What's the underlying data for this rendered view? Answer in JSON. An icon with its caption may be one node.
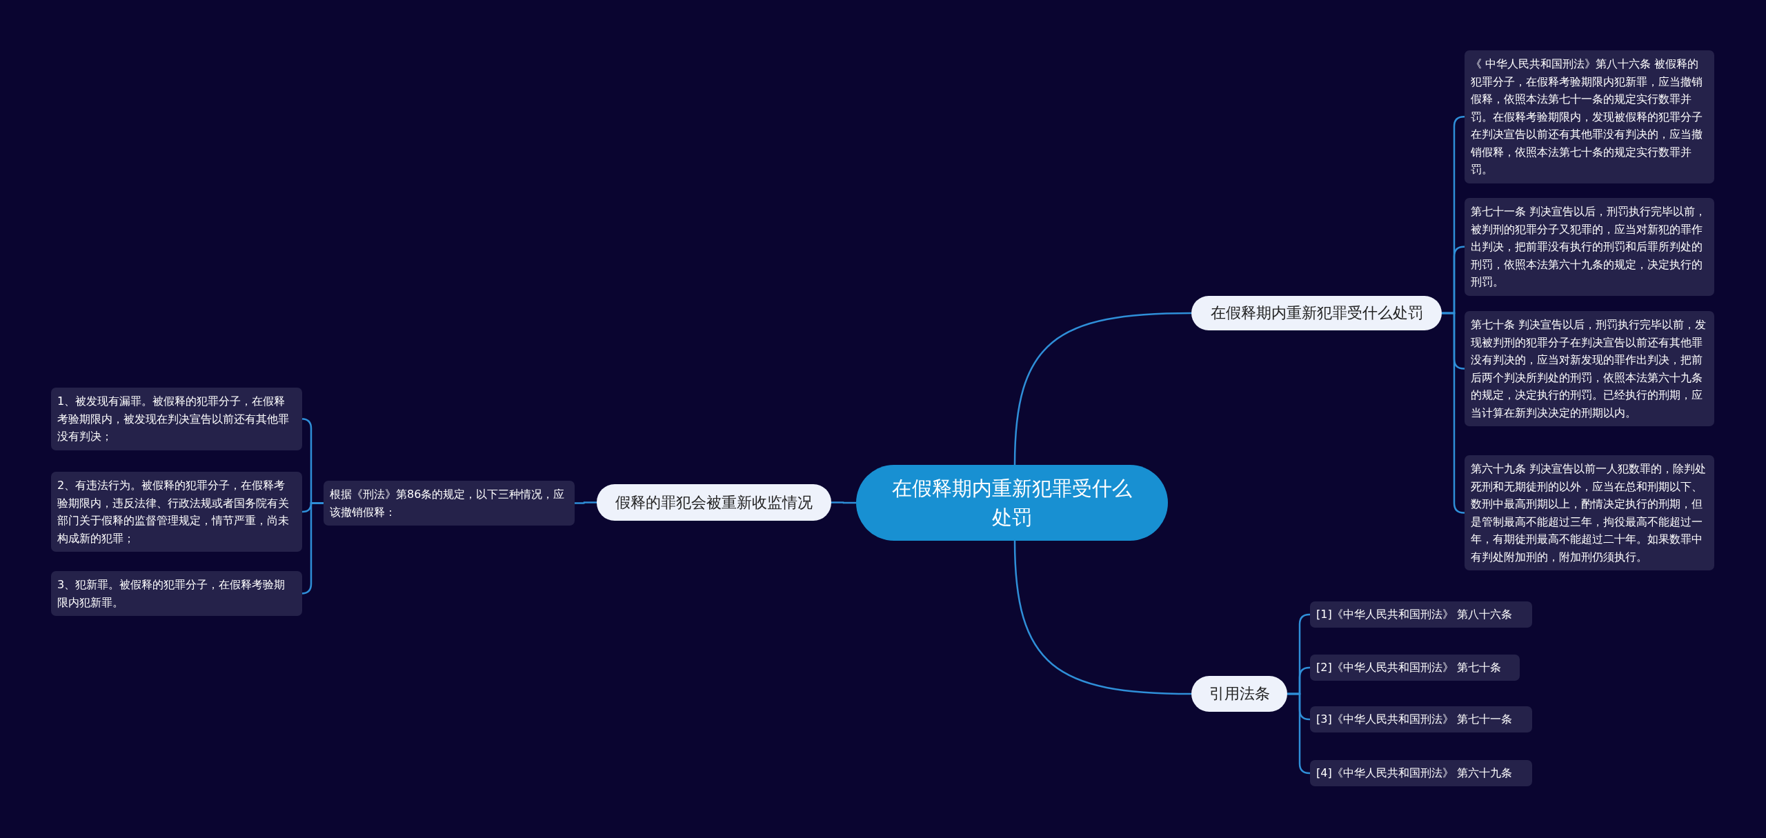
{
  "diagram": {
    "nodes": [
      {
        "text": [
          "在假释期内重新犯罪受什么处罚"
        ]
      },
      {
        "text": [
          "在假释期内重新犯罪受什么处罚"
        ]
      },
      {
        "text": [
          "《 中华人民共和国刑法》第八十六条 被假释的犯罪分子，在假释考验期限内犯新罪，应当撤销假释，依照本法第七十一条的规定实行数罪并罚。在假释考验期限内，发现被假释的犯罪分子在判决宣告以前还有其他罪没有判决的，应当撤销假释，依照本法第七十条的规定实行数罪并罚。"
        ]
      },
      {
        "text": [
          "第七十一条 判决宣告以后，刑罚执行完毕以前，被判刑的犯罪分子又犯罪的，应当对新犯的罪作出判决，把前罪没有执行的刑罚和后罪所判处的刑罚，依照本法第六十九条的规定，决定执行的刑罚。"
        ]
      },
      {
        "text": [
          "第七十条 判决宣告以后，刑罚执行完毕以前，发现被判刑的犯罪分子在判决宣告以前还有其他罪没有判决的，应当对新发现的罪作出判决，把前后两个判决所判处的刑罚，依照本法第六十九条的规定，决定执行的刑罚。已经执行的刑期，应当计算在新判决决定的刑期以内。"
        ]
      },
      {
        "text": [
          "第六十九条 判决宣告以前一人犯数罪的，除判处死刑和无期徒刑的以外，应当在总和刑期以下、数刑中最高刑期以上，酌情决定执行的刑期，但是管制最高不能超过三年，拘役最高不能超过一年，有期徒刑最高不能超过二十年。如果数罪中有判处附加刑的，附加刑仍须执行。"
        ]
      },
      {
        "text": [
          "引用法条"
        ]
      },
      {
        "text": [
          "[1]《中华人民共和国刑法》 第八十六条"
        ]
      },
      {
        "text": [
          "[2]《中华人民共和国刑法》 第七十条"
        ]
      },
      {
        "text": [
          "[3]《中华人民共和国刑法》 第七十一条"
        ]
      },
      {
        "text": [
          "[4]《中华人民共和国刑法》 第六十九条"
        ]
      },
      {
        "text": [
          "假释的罪犯会被重新收监情况"
        ]
      },
      {
        "text": [
          "根据《刑法》第86条的规定，以下三种情况，应该撤销假释："
        ]
      },
      {
        "text": [
          "1、被发现有漏罪。被假释的犯罪分子，在假释考验期限内，被发现在判决宣告以前还有其他罪没有判决；"
        ]
      },
      {
        "text": [
          "2、有违法行为。被假释的犯罪分子，在假释考验期限内，违反法律、行政法规或者国务院有关部门关于假释的监督管理规定，情节严重，尚未构成新的犯罪；"
        ]
      },
      {
        "text": [
          "3、犯新罪。被假释的犯罪分子，在假释考验期限内犯新罪。"
        ]
      }
    ],
    "edges": [
      {
        "from": 0,
        "to": 1,
        "arrow": "none"
      },
      {
        "from": 1,
        "to": 2,
        "arrow": "none"
      },
      {
        "from": 1,
        "to": 3,
        "arrow": "none"
      },
      {
        "from": 1,
        "to": 4,
        "arrow": "none"
      },
      {
        "from": 1,
        "to": 5,
        "arrow": "none"
      },
      {
        "from": 0,
        "to": 6,
        "arrow": "none"
      },
      {
        "from": 6,
        "to": 7,
        "arrow": "none"
      },
      {
        "from": 6,
        "to": 8,
        "arrow": "none"
      },
      {
        "from": 6,
        "to": 9,
        "arrow": "none"
      },
      {
        "from": 6,
        "to": 10,
        "arrow": "none"
      },
      {
        "from": 0,
        "to": 11,
        "arrow": "none"
      },
      {
        "from": 11,
        "to": 12,
        "arrow": "none"
      },
      {
        "from": 12,
        "to": 13,
        "arrow": "none"
      },
      {
        "from": 12,
        "to": 14,
        "arrow": "none"
      },
      {
        "from": 12,
        "to": 15,
        "arrow": "none"
      }
    ]
  }
}
